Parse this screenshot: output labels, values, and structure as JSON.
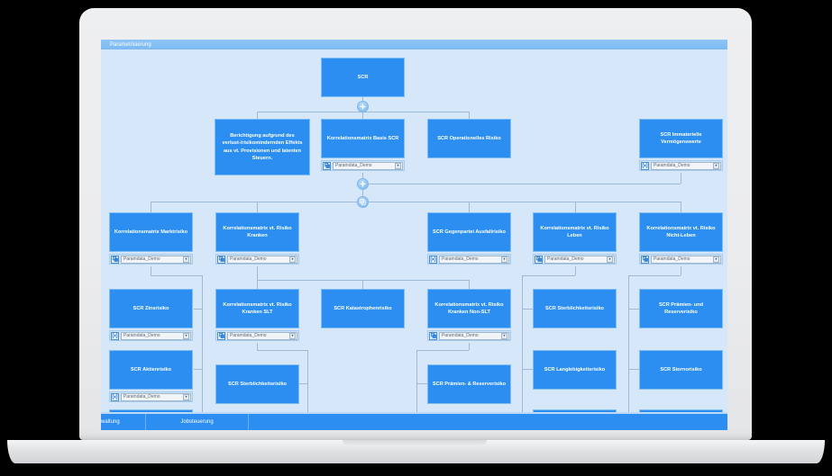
{
  "window": {
    "title": "Parametrisierung"
  },
  "param_combo": {
    "value": "Paramdata_Demo",
    "arrow": "▾"
  },
  "icons": {
    "copy": "copy-icon",
    "matrix": "matrix-icon",
    "expand_plus": "+",
    "expand_minus": "−"
  },
  "colors": {
    "node_fill": "#2b8ef0",
    "node_border": "#7fbdf6",
    "canvas_bg": "#d7e7fa",
    "titlebar": "#8ec4f5",
    "connector": "#9fb9d4",
    "tabstrip": "#2b8ef0"
  },
  "tree": {
    "root": {
      "label": "SCR"
    },
    "nodes": [
      {
        "id": "n_root",
        "label": "SCR",
        "icon": null,
        "param": false
      },
      {
        "id": "n_berichtigung",
        "label": "Berichtigung aufgrund des verlust-/risikomindernden Effekts aus vt. Provisionen und latenten Steuern.",
        "icon": null,
        "param": false
      },
      {
        "id": "n_korr_basis",
        "label": "Korrelationsmatrix Basis SCR",
        "icon": "copy",
        "param": true
      },
      {
        "id": "n_scr_op",
        "label": "SCR Operationelles Risiko",
        "icon": null,
        "param": false
      },
      {
        "id": "n_scr_immat",
        "label": "SCR Immaterielle Vermögenswerte",
        "icon": "matrix",
        "param": true
      },
      {
        "id": "n_korr_markt",
        "label": "Korrelationsmatrix Marktrisiko",
        "icon": "copy",
        "param": true
      },
      {
        "id": "n_korr_kranken",
        "label": "Korrelationsmatrix vt. Risiko Kranken",
        "icon": "copy",
        "param": true
      },
      {
        "id": "n_scr_gegen",
        "label": "SCR Gegenpartei Ausfallrisiko",
        "icon": "matrix",
        "param": true
      },
      {
        "id": "n_korr_leben",
        "label": "Korrelationsmatrix vt. Risiko Leben",
        "icon": "copy",
        "param": true
      },
      {
        "id": "n_korr_nleben",
        "label": "Korrelationsmatrix vt. Risiko Nicht-Leben",
        "icon": "copy",
        "param": true
      },
      {
        "id": "n_scr_zins",
        "label": "SCR Zinsrisiko",
        "icon": "matrix",
        "param": true
      },
      {
        "id": "n_korr_slt",
        "label": "Korrelationsmatrix vt. Risiko Kranken SLT",
        "icon": "copy",
        "param": true
      },
      {
        "id": "n_scr_kata",
        "label": "SCR Katastrophenrisiko",
        "icon": null,
        "param": false
      },
      {
        "id": "n_korr_nonslt",
        "label": "Korrelationsmatrix vt. Risiko Kranken Non-SLT",
        "icon": "copy",
        "param": true
      },
      {
        "id": "n_scr_sterb_l",
        "label": "SCR Sterblichkeitsrisiko",
        "icon": null,
        "param": false
      },
      {
        "id": "n_scr_praem_und",
        "label": "SCR Prämien- und Reserverisiko",
        "icon": null,
        "param": false
      },
      {
        "id": "n_scr_aktien",
        "label": "SCR Aktienrisiko",
        "icon": "matrix",
        "param": true
      },
      {
        "id": "n_scr_sterb_k",
        "label": "SCR Sterblichkeitsrisiko",
        "icon": null,
        "param": false
      },
      {
        "id": "n_scr_praem_amp",
        "label": "SCR Prämien- & Reserverisiko",
        "icon": null,
        "param": false
      },
      {
        "id": "n_scr_langleb",
        "label": "SCR Langlebigkeitsrisiko",
        "icon": null,
        "param": false
      },
      {
        "id": "n_scr_storno",
        "label": "SCR Stornorisiko",
        "icon": null,
        "param": false
      }
    ]
  },
  "tabs": [
    {
      "label": "waltung"
    },
    {
      "label": "Jobsteuerung"
    }
  ]
}
